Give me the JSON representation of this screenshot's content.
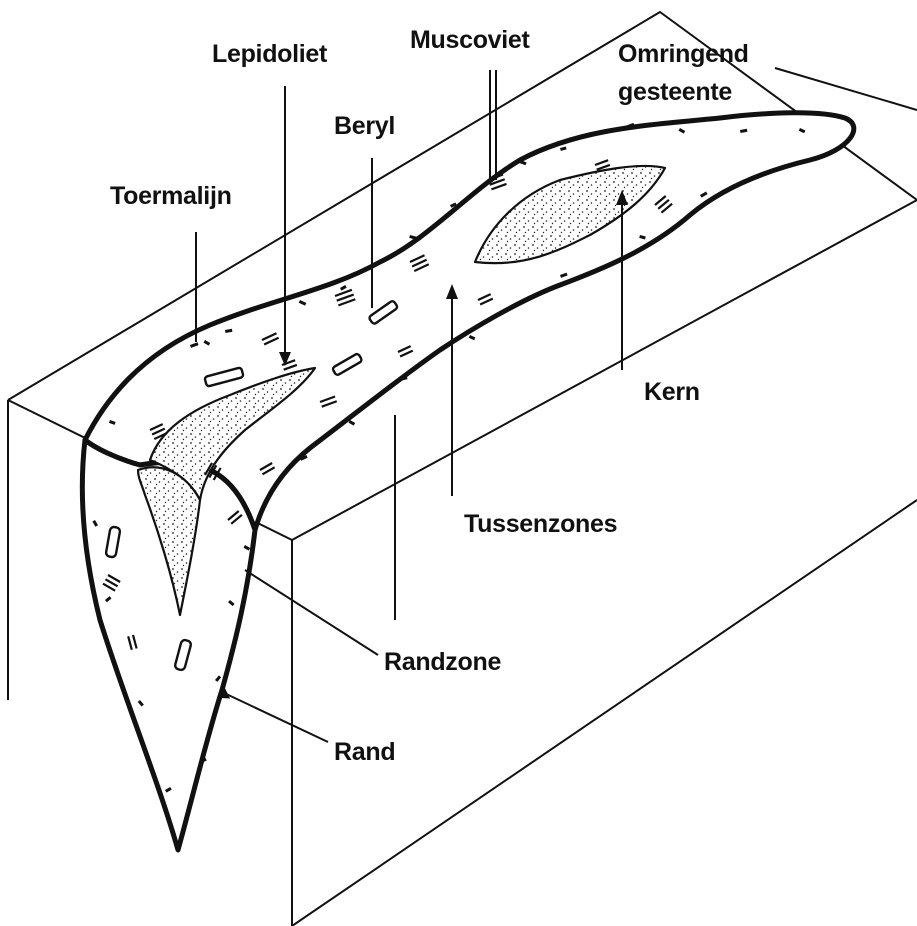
{
  "labels": {
    "toermalijn": "Toermalijn",
    "lepidoliet": "Lepidoliet",
    "beryl": "Beryl",
    "muscoviet": "Muscoviet",
    "omringend_line1": "Omringend",
    "omringend_line2": "gesteente",
    "kern": "Kern",
    "tussenzones": "Tussenzones",
    "randzone": "Randzone",
    "rand": "Rand"
  }
}
